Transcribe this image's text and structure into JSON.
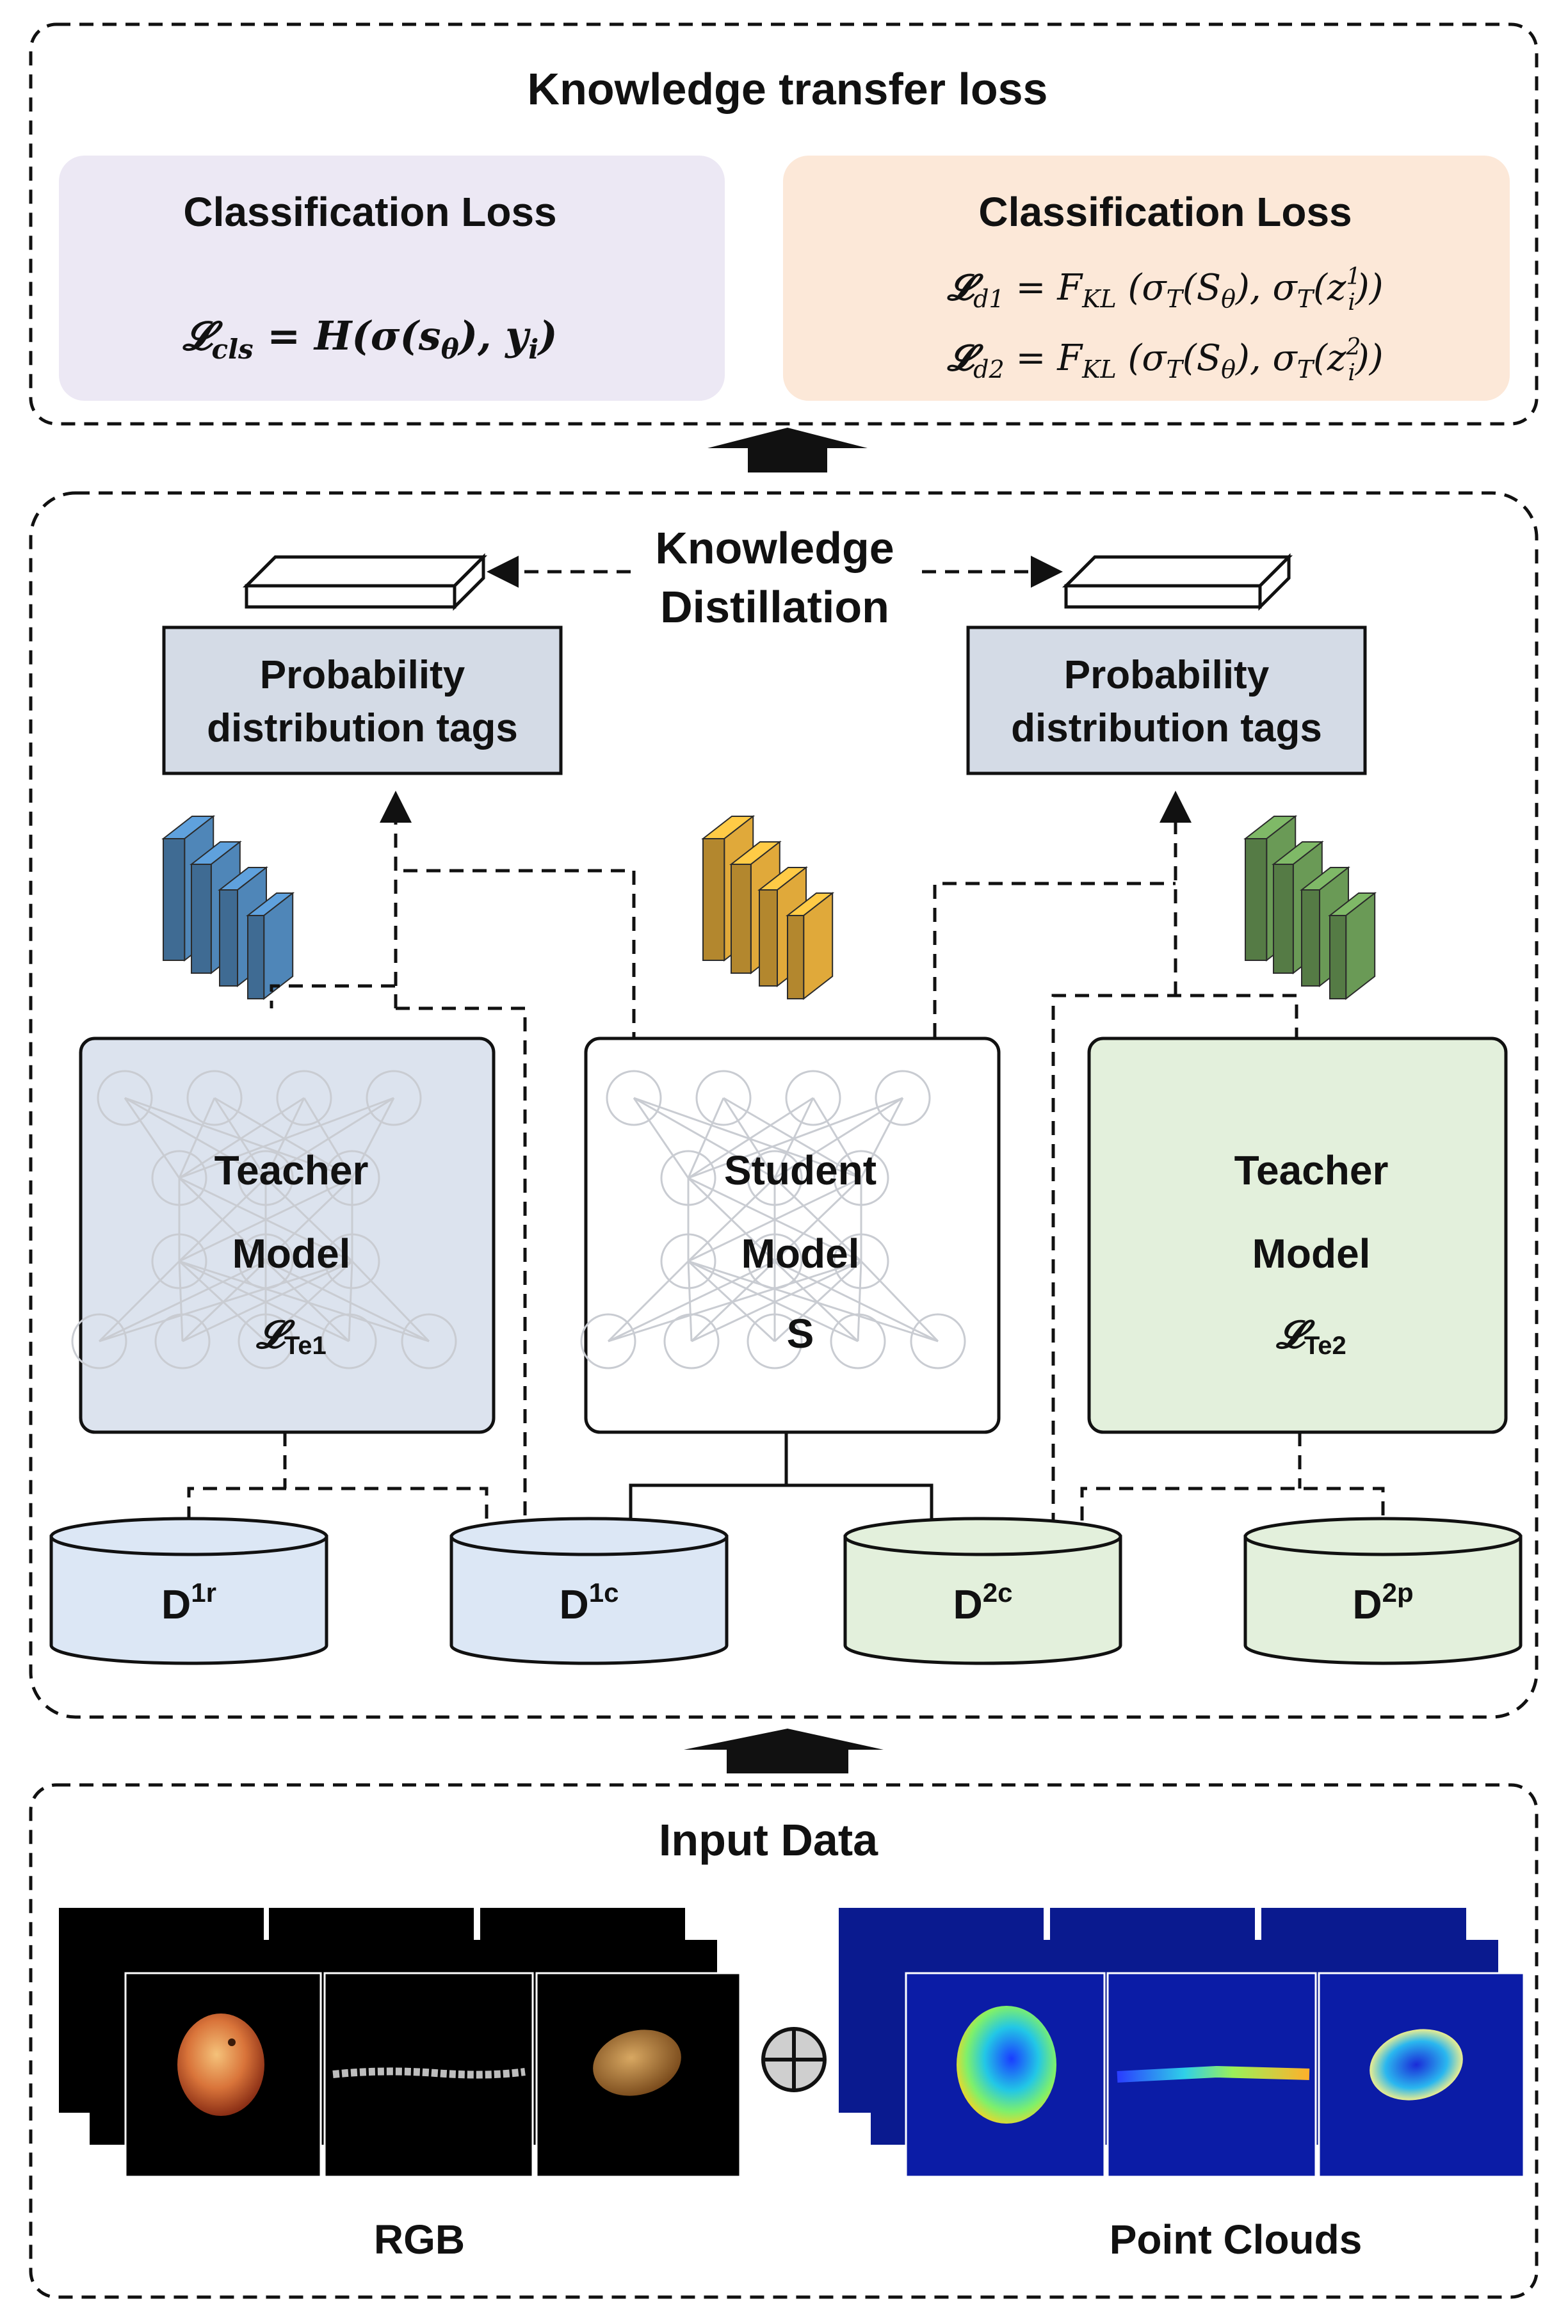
{
  "top_panel": {
    "title": "Knowledge transfer loss",
    "left_box": {
      "title": "Classification Loss",
      "formula": "𝓛cls = H(σ(sθ), yi)",
      "formula_parts": {
        "L": "𝓛",
        "sub": "cls",
        "rhs": " = H(σ(s",
        "theta": "θ",
        "rhs2": "), y",
        "i": "i",
        "close": ")"
      }
    },
    "right_box": {
      "title": "Classification Loss",
      "formula_1": "𝓛d1 = FKL (σT(Sθ), σT(zi1))",
      "formula_2": "𝓛d2 = FKL (σT(Sθ), σT(zi2))",
      "f1": {
        "L": "𝓛",
        "sub": "d1",
        "eq": " = F",
        "kl": "KL",
        "p1": " (σ",
        "T": "T",
        "p2": "(S",
        "theta": "θ",
        "p3": "), σ",
        "p4": "(z",
        "sup": "1",
        "i": "i",
        "close": "))"
      },
      "f2": {
        "L": "𝓛",
        "sub": "d2",
        "eq": " = F",
        "kl": "KL",
        "p1": " (σ",
        "T": "T",
        "p2": "(S",
        "theta": "θ",
        "p3": "), σ",
        "p4": "(z",
        "sup": "2",
        "i": "i",
        "close": "))"
      }
    },
    "colors": {
      "left_box": "#ece8f4",
      "right_box": "#fce8d8"
    }
  },
  "middle_panel": {
    "title_line1": "Knowledge",
    "title_line2": "Distillation",
    "prob_tags_left": {
      "line1": "Probability",
      "line2": "distribution tags"
    },
    "prob_tags_right": {
      "line1": "Probability",
      "line2": "distribution tags"
    },
    "teacher_left": {
      "line1": "Teacher",
      "line2": "Model",
      "symbol": "𝓛",
      "sub": "Te1",
      "color": "#dce3ee"
    },
    "student": {
      "line1": "Student",
      "line2": "Model",
      "symbol": "S",
      "color": "#ffffff"
    },
    "teacher_right": {
      "line1": "Teacher",
      "line2": "Model",
      "symbol": "𝓛",
      "sub": "Te2",
      "color": "#e3f0dc"
    },
    "databases": [
      {
        "base": "D",
        "sup": "1r",
        "color": "#dce7f5"
      },
      {
        "base": "D",
        "sup": "1c",
        "color": "#dce7f5"
      },
      {
        "base": "D",
        "sup": "2c",
        "color": "#e3f0dc"
      },
      {
        "base": "D",
        "sup": "2p",
        "color": "#e3f0dc"
      }
    ],
    "feature_colors": {
      "blue": "#4f86b8",
      "yellow": "#e0a93a",
      "green": "#6a9a56"
    }
  },
  "bottom_panel": {
    "title": "Input Data",
    "left_label": "RGB",
    "right_label": "Point Clouds",
    "combine_symbol": "⊕"
  }
}
